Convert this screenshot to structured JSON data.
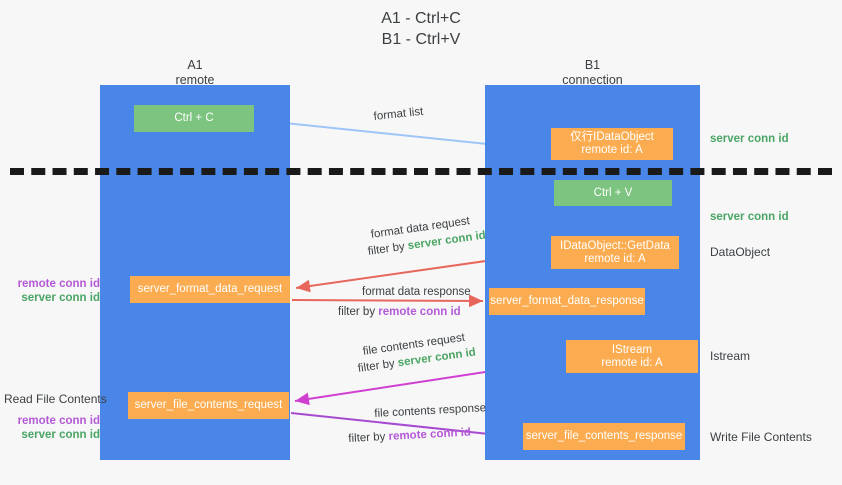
{
  "title": {
    "line1": "A1 - Ctrl+C",
    "line2": "B1 - Ctrl+V"
  },
  "columns": {
    "left": {
      "name": "A1",
      "sub": "remote"
    },
    "right": {
      "name": "B1",
      "sub": "connection"
    }
  },
  "boxes": {
    "ctrl_c": {
      "line1": "Ctrl + C",
      "color": "#7cc47f"
    },
    "idataobject": {
      "line1": "仅行IDataObject",
      "line2": "remote id: A",
      "color": "#fcac50"
    },
    "ctrl_v": {
      "line1": "Ctrl + V",
      "color": "#7cc47f"
    },
    "getdata": {
      "line1": "IDataObject::GetData",
      "line2": "remote id: A",
      "color": "#fcac50"
    },
    "server_format_data_request": {
      "line1": "server_format_data_request",
      "color": "#fcac50"
    },
    "server_format_data_response": {
      "line1": "server_format_data_response",
      "color": "#fcac50"
    },
    "istream": {
      "line1": "IStream",
      "line2": "remote id: A",
      "color": "#fcac50"
    },
    "server_file_contents_request": {
      "line1": "server_file_contents_request",
      "color": "#fcac50"
    },
    "server_file_contents_response": {
      "line1": "server_file_contents_response",
      "color": "#fcac50"
    }
  },
  "side_labels": {
    "dataobject": "DataObject",
    "istream": "Istream",
    "write_file_contents": "Write File Contents",
    "read_file_contents": "Read File Contents"
  },
  "conn_ids": {
    "server": "server conn id",
    "remote": "remote conn id",
    "server_color": "#4aa564",
    "remote_color": "#b45ad6"
  },
  "captions": {
    "format_list": "format list",
    "format_data_request": "format data request",
    "format_data_request_filter_prefix": "filter by ",
    "format_data_response": "format data response",
    "format_data_response_filter_prefix": "filter by ",
    "file_contents_request": "file contents request",
    "file_contents_request_filter_prefix": "filter by ",
    "file_contents_response": "file contents response",
    "file_contents_response_filter_prefix": "filter by "
  },
  "colors": {
    "lane": "#4a86e8",
    "background": "#f7f7f7",
    "divider": "#1a1a1a",
    "arrow_light_blue": "#9fc5f8",
    "arrow_red": "#e8675c",
    "arrow_magenta": "#d13fd1",
    "arrow_purple": "#a64bd1",
    "arrow_black": "#000000"
  }
}
